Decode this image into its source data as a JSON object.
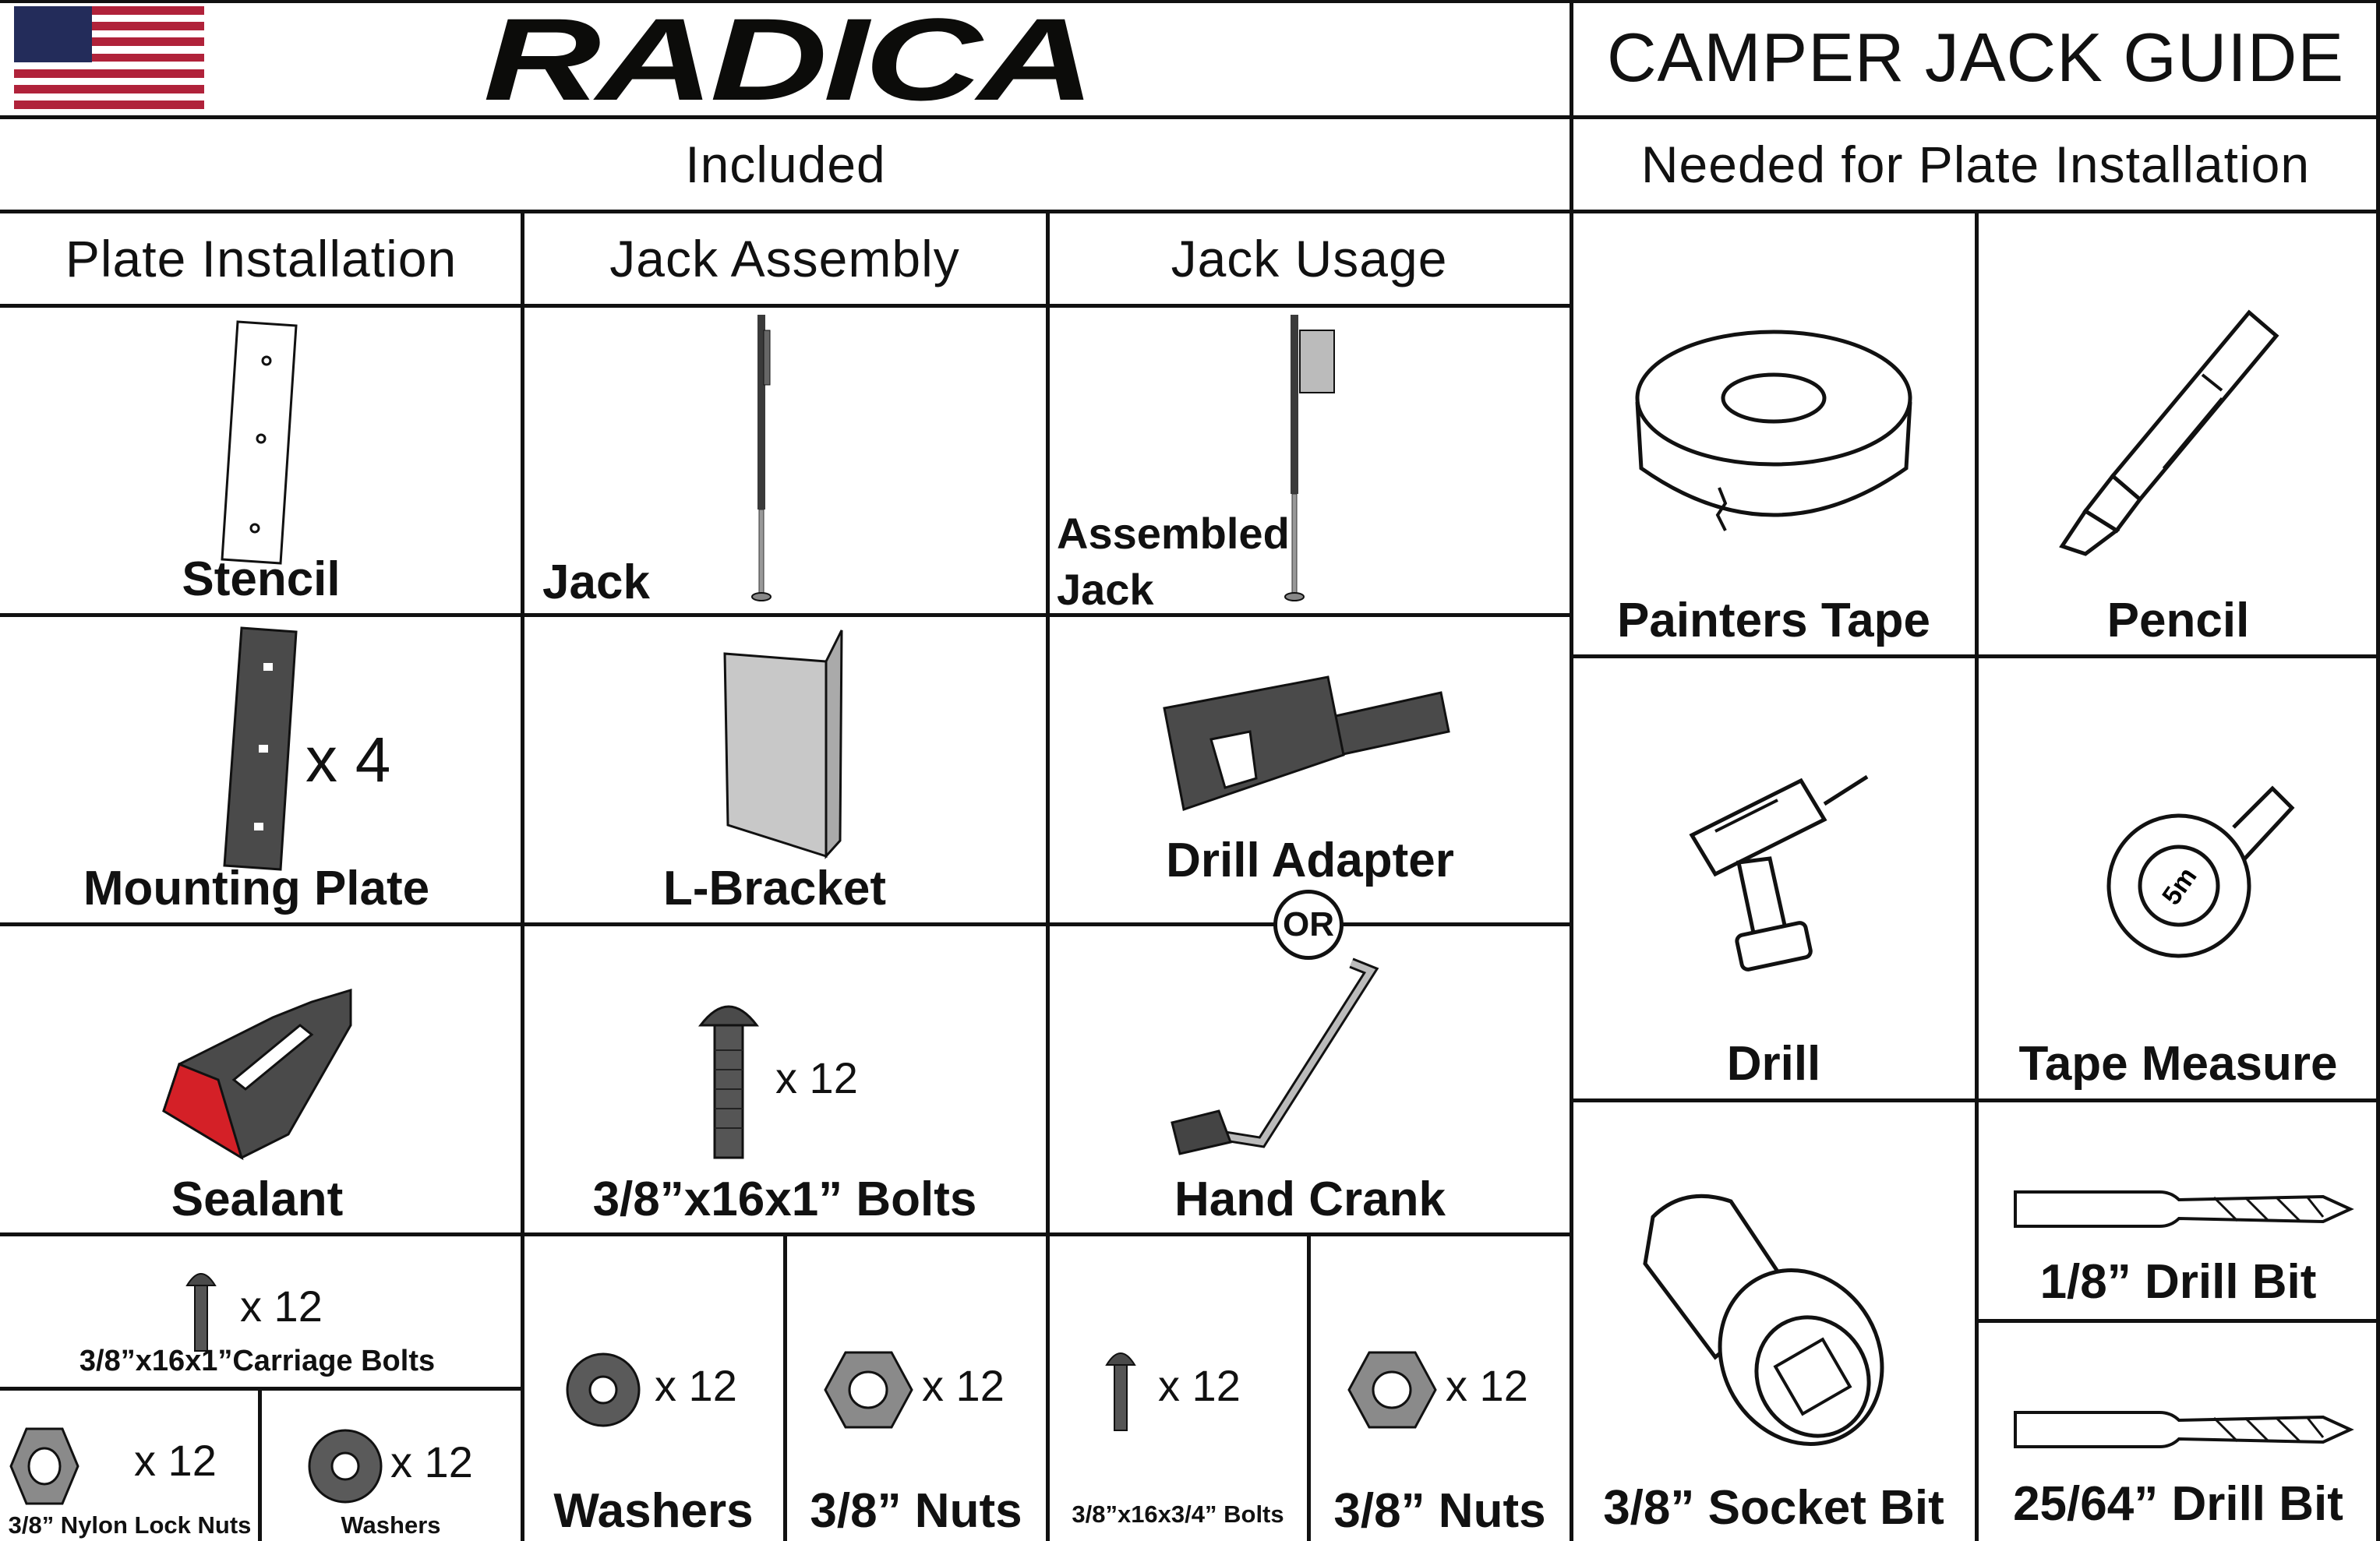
{
  "header": {
    "brand": "RADICA",
    "title": "CAMPER JACK GUIDE",
    "flag_icon": "us-flag-icon"
  },
  "sections": {
    "included": "Included",
    "needed": "Needed for Plate Installation"
  },
  "columns": {
    "plate_installation": "Plate Installation",
    "jack_assembly": "Jack Assembly",
    "jack_usage": "Jack Usage"
  },
  "included_items": {
    "stencil": "Stencil",
    "jack": "Jack",
    "assembled_jack_line1": "Assembled",
    "assembled_jack_line2": "Jack",
    "mounting_plate": "Mounting Plate",
    "mounting_plate_qty": "x 4",
    "l_bracket": "L-Bracket",
    "drill_adapter": "Drill Adapter",
    "or": "OR",
    "sealant": "Sealant",
    "bolts": "3/8”x16x1” Bolts",
    "bolts_qty": "x  12",
    "hand_crank": "Hand Crank",
    "carriage_bolts": "3/8”x16x1”Carriage Bolts",
    "carriage_bolts_qty": "x  12",
    "nylon_lock_nuts": "3/8” Nylon Lock Nuts",
    "nylon_lock_nuts_qty": "x 12",
    "small_washers": "Washers",
    "small_washers_qty": "x 12",
    "washers": "Washers",
    "washers_qty": "x 12",
    "nuts_a": "3/8” Nuts",
    "nuts_a_qty": "x 12",
    "short_bolts": "3/8”x16x3/4” Bolts",
    "short_bolts_qty": "x  12",
    "nuts_b": "3/8” Nuts",
    "nuts_b_qty": "x 12"
  },
  "needed_items": {
    "painters_tape": "Painters Tape",
    "pencil": "Pencil",
    "drill": "Drill",
    "tape_measure": "Tape Measure",
    "tape_measure_mark": "5m",
    "socket_bit": "3/8” Socket Bit",
    "drill_bit_small": "1/8” Drill Bit",
    "drill_bit_large": "25/64” Drill Bit"
  },
  "colors": {
    "line": "#111111",
    "part_dark": "#4a4a4a",
    "part_gray": "#8a8a8a",
    "sealant_red": "#d42027",
    "flag_red": "#b0223a",
    "flag_blue": "#232c5a"
  }
}
